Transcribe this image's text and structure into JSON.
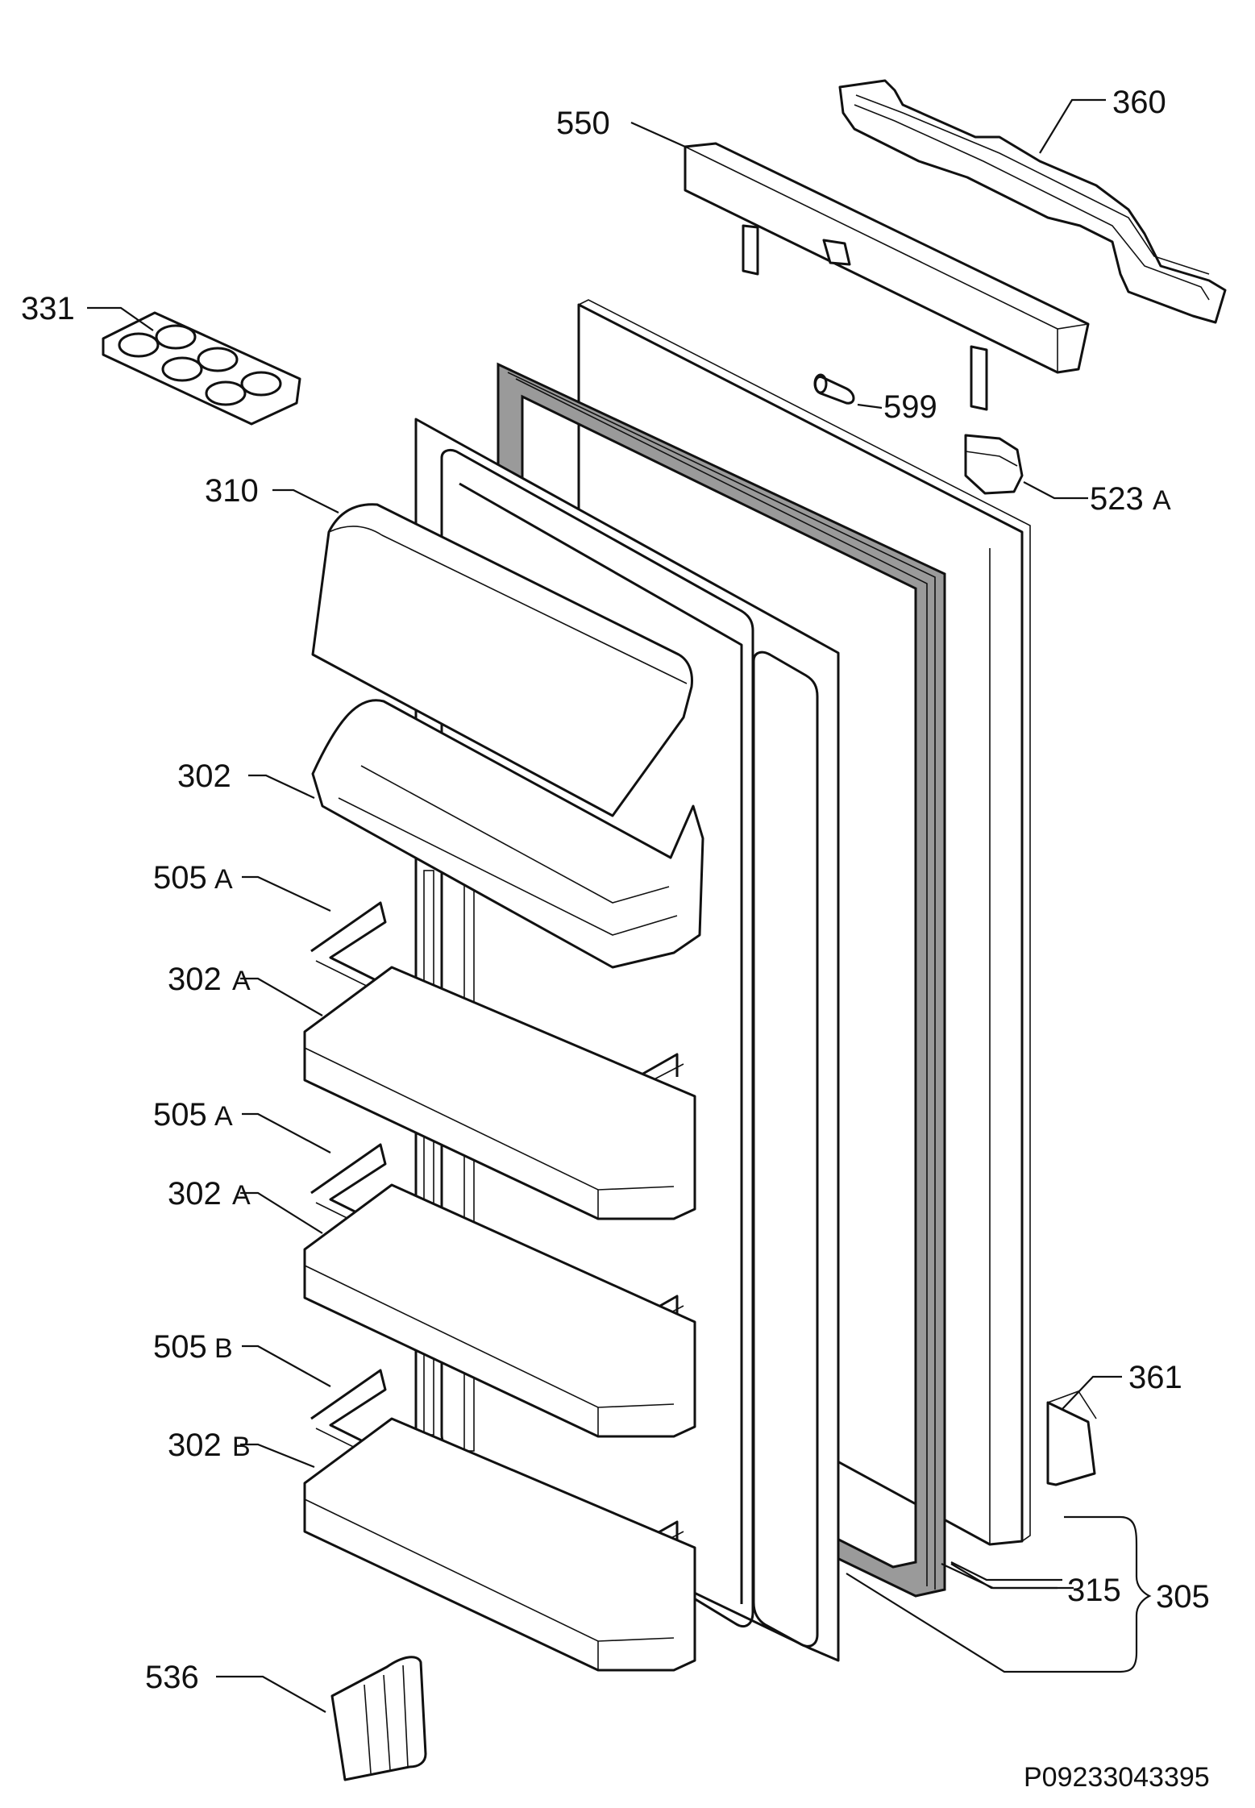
{
  "diagram": {
    "code": "P09233043395",
    "labels": {
      "l550": {
        "num": "550",
        "sfx": ""
      },
      "l360": {
        "num": "360",
        "sfx": ""
      },
      "l331": {
        "num": "331",
        "sfx": ""
      },
      "l599": {
        "num": "599",
        "sfx": ""
      },
      "l523a": {
        "num": "523",
        "sfx": "A"
      },
      "l310": {
        "num": "310",
        "sfx": ""
      },
      "l302": {
        "num": "302",
        "sfx": ""
      },
      "l505a1": {
        "num": "505",
        "sfx": "A"
      },
      "l302a1": {
        "num": "302",
        "sfx": "A"
      },
      "l505a2": {
        "num": "505",
        "sfx": "A"
      },
      "l302a2": {
        "num": "302",
        "sfx": "A"
      },
      "l505b": {
        "num": "505",
        "sfx": "B"
      },
      "l302b": {
        "num": "302",
        "sfx": "B"
      },
      "l536": {
        "num": "536",
        "sfx": ""
      },
      "l361": {
        "num": "361",
        "sfx": ""
      },
      "l315": {
        "num": "315",
        "sfx": ""
      },
      "l305": {
        "num": "305",
        "sfx": ""
      }
    }
  }
}
